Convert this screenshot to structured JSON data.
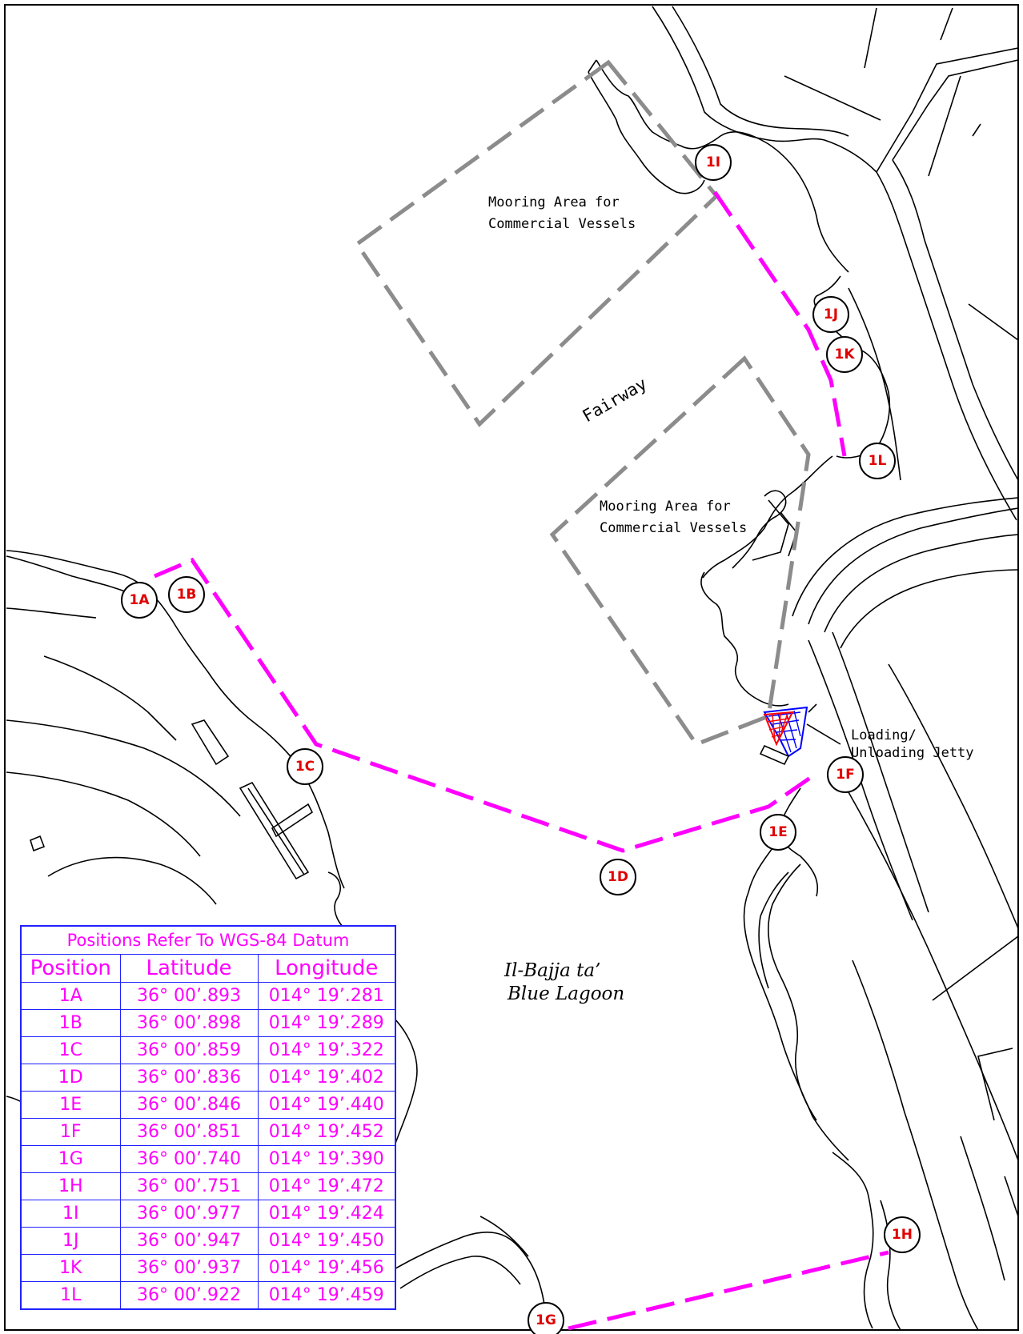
{
  "map": {
    "labels": {
      "mooring_north_line1": "Mooring Area for",
      "mooring_north_line2": "Commercial Vessels",
      "fairway": "Fairway",
      "mooring_south_line1": "Mooring Area for",
      "mooring_south_line2": "Commercial Vessels",
      "jetty_line1": "Loading/",
      "jetty_line2": "Unloading Jetty",
      "lagoon_line1": "Il-Bajja ta’",
      "lagoon_line2": "Blue Lagoon"
    },
    "markers": [
      "1A",
      "1B",
      "1C",
      "1D",
      "1E",
      "1F",
      "1G",
      "1H",
      "1I",
      "1J",
      "1K",
      "1L"
    ],
    "colors": {
      "boundary": "#ff00ff",
      "mooring_area": "#8c8c8c",
      "marker_text": "#e00000",
      "table_border": "#2020ff",
      "table_text": "#ff00ff"
    }
  },
  "table": {
    "title": "Positions Refer To WGS-84 Datum",
    "headers": [
      "Position",
      "Latitude",
      "Longitude"
    ],
    "rows": [
      [
        "1A",
        "36° 00’.893",
        "014° 19’.281"
      ],
      [
        "1B",
        "36° 00’.898",
        "014° 19’.289"
      ],
      [
        "1C",
        "36° 00’.859",
        "014° 19’.322"
      ],
      [
        "1D",
        "36° 00’.836",
        "014° 19’.402"
      ],
      [
        "1E",
        "36° 00’.846",
        "014° 19’.440"
      ],
      [
        "1F",
        "36° 00’.851",
        "014° 19’.452"
      ],
      [
        "1G",
        "36° 00’.740",
        "014° 19’.390"
      ],
      [
        "1H",
        "36° 00’.751",
        "014° 19’.472"
      ],
      [
        "1I",
        "36° 00’.977",
        "014° 19’.424"
      ],
      [
        "1J",
        "36° 00’.947",
        "014° 19’.450"
      ],
      [
        "1K",
        "36° 00’.937",
        "014° 19’.456"
      ],
      [
        "1L",
        "36° 00’.922",
        "014° 19’.459"
      ]
    ]
  }
}
